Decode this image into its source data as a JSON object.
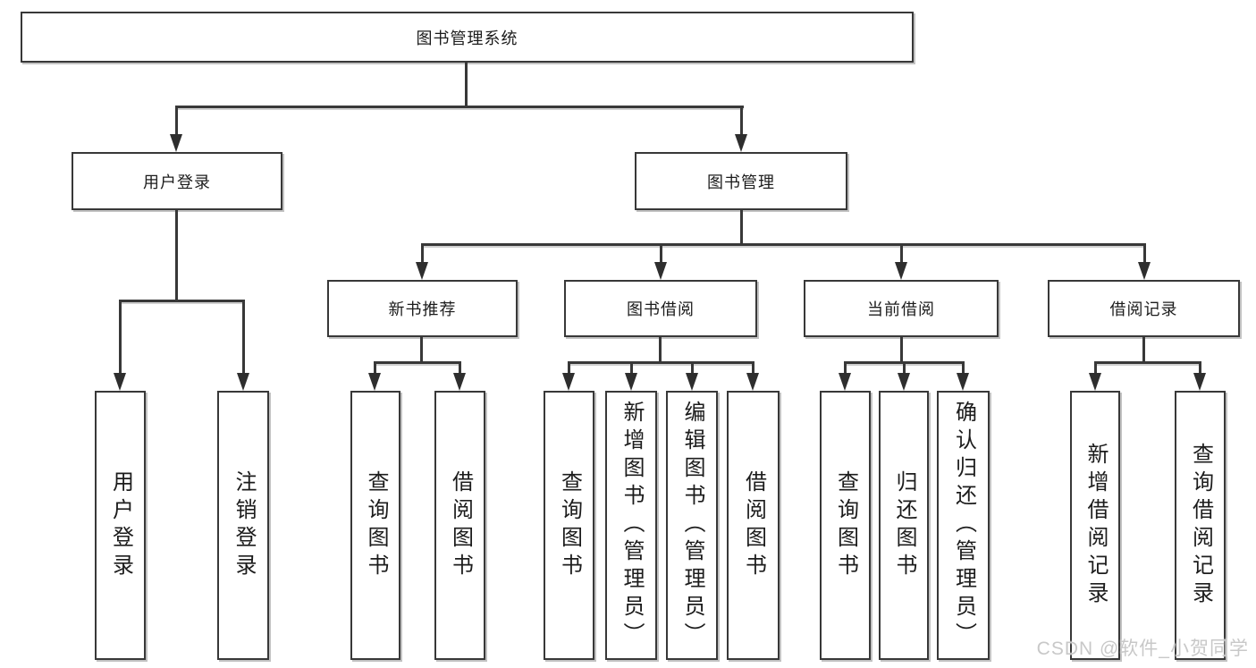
{
  "root": {
    "label": "图书管理系统"
  },
  "login_branch": {
    "label": "用户登录",
    "children": [
      {
        "label": "用户登录"
      },
      {
        "label": "注销登录"
      }
    ]
  },
  "management_branch": {
    "label": "图书管理",
    "groups": [
      {
        "label": "新书推荐",
        "children": [
          {
            "label": "查询图书"
          },
          {
            "label": "借阅图书"
          }
        ]
      },
      {
        "label": "图书借阅",
        "children": [
          {
            "label": "查询图书"
          },
          {
            "label": "新增图书（管理员）"
          },
          {
            "label": "编辑图书（管理员）"
          },
          {
            "label": "借阅图书"
          }
        ]
      },
      {
        "label": "当前借阅",
        "children": [
          {
            "label": "查询图书"
          },
          {
            "label": "归还图书"
          },
          {
            "label": "确认归还（管理员）"
          }
        ]
      },
      {
        "label": "借阅记录",
        "children": [
          {
            "label": "新增借阅记录"
          },
          {
            "label": "查询借阅记录"
          }
        ]
      }
    ]
  },
  "watermark": {
    "text": "CSDN @软件_小贺同学"
  },
  "colors": {
    "line": "#383838",
    "box_border": "#383838",
    "text": "#1c1c1c",
    "watermark": "#c8c8c8",
    "background": "#ffffff"
  }
}
